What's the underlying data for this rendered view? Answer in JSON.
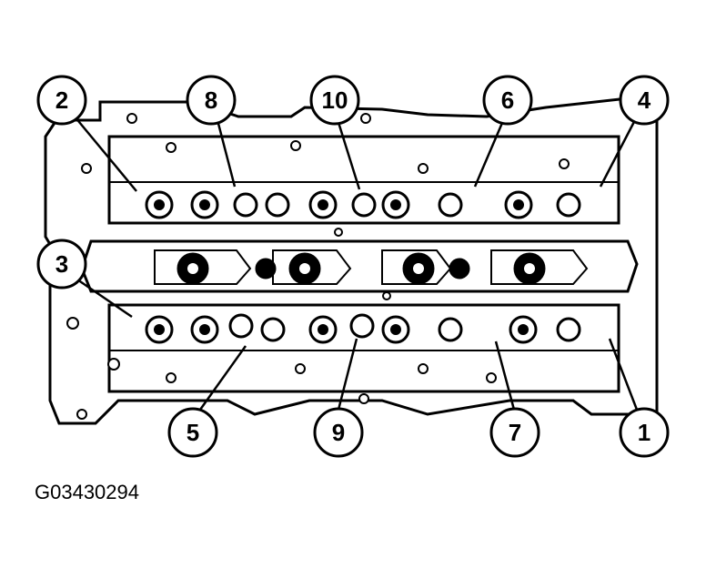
{
  "callouts": [
    "1",
    "2",
    "3",
    "4",
    "5",
    "6",
    "7",
    "8",
    "9",
    "10"
  ],
  "figure_id": "G03430294"
}
